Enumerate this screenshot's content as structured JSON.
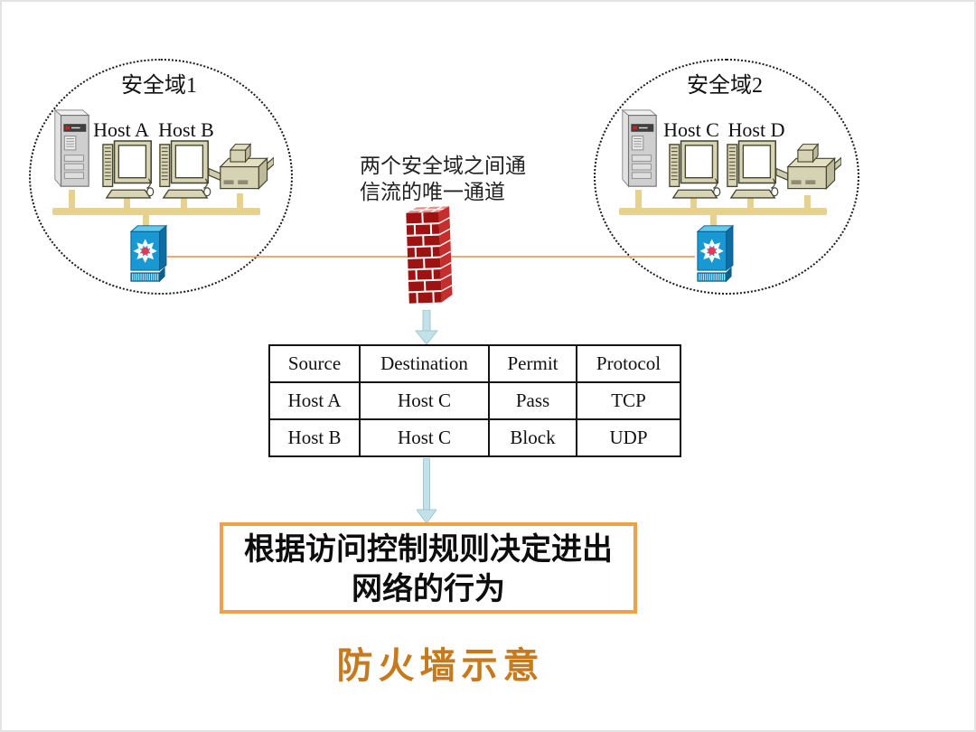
{
  "diagram": {
    "domain1": {
      "label": "安全域1",
      "host_a": "Host A",
      "host_b": "Host B"
    },
    "domain2": {
      "label": "安全域2",
      "host_c": "Host C",
      "host_d": "Host D"
    },
    "channel_note": {
      "line1": "两个安全域之间通",
      "line2": "信流的唯一通道"
    },
    "acl_table": {
      "headers": [
        "Source",
        "Destination",
        "Permit",
        "Protocol"
      ],
      "rows": [
        [
          "Host A",
          "Host C",
          "Pass",
          "TCP"
        ],
        [
          "Host B",
          "Host C",
          "Block",
          "UDP"
        ]
      ]
    },
    "rule_box": {
      "line1": "根据访问控制规则决定进出",
      "line2": "网络的行为"
    },
    "caption": "防火墙示意",
    "colors": {
      "firewall_brick": "#9e1212",
      "firewall_side": "#c62e2e",
      "firewall_top": "#e98d8d",
      "accent_orange_border": "#efa243",
      "caption_orange": "#c6791d",
      "arrow_blue": "#c3e1e8",
      "bus_tan": "#e7d190",
      "link_orange": "#f1a86b",
      "switch_blue": "#1899d3"
    }
  }
}
